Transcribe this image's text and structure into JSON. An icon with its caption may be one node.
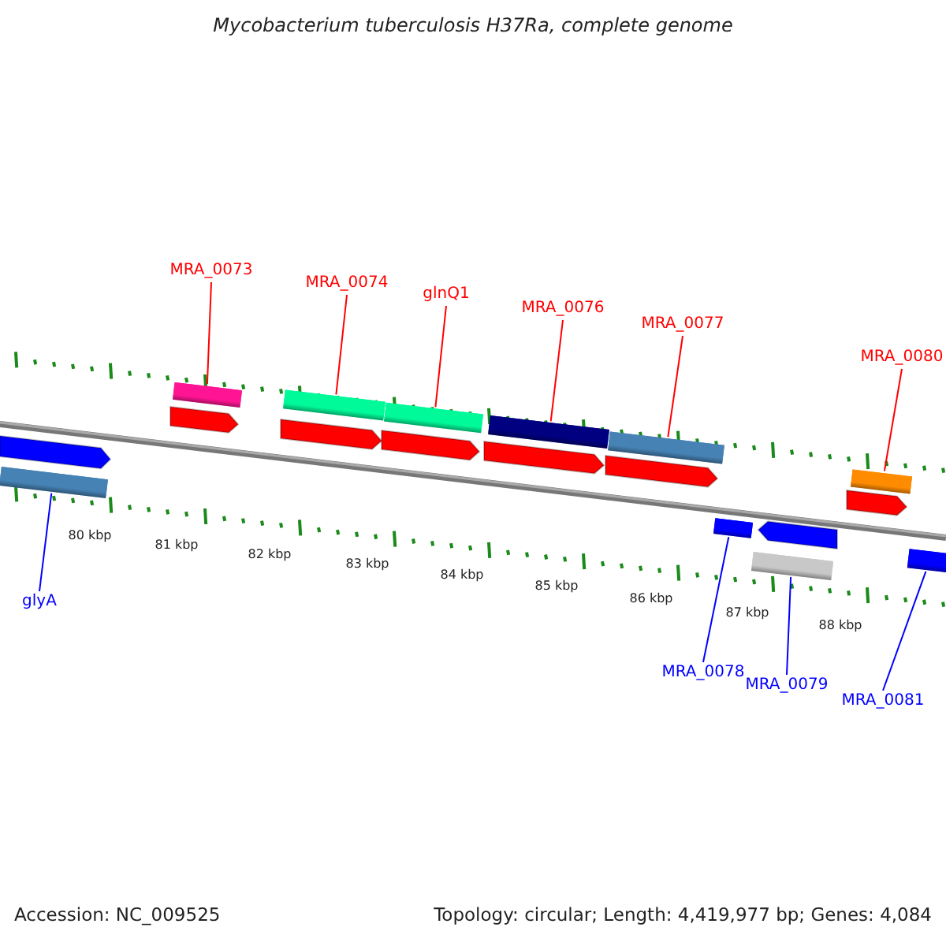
{
  "diagram": {
    "title": "Mycobacterium tuberculosis H37Ra, complete genome",
    "nodes": [
      {
        "text": [
          "MRA_0073"
        ]
      },
      {
        "text": [
          "MRA_0074"
        ]
      },
      {
        "text": [
          "glnQ1"
        ]
      },
      {
        "text": [
          "MRA_0076"
        ]
      },
      {
        "text": [
          "MRA_0077"
        ]
      },
      {
        "text": [
          "MRA_0080"
        ]
      },
      {
        "text": [
          "glyA"
        ]
      },
      {
        "text": [
          "MRA_0078"
        ]
      },
      {
        "text": [
          "MRA_0079"
        ]
      },
      {
        "text": [
          "MRA_0081"
        ]
      },
      {
        "text": [],
        "shape": "bar"
      },
      {
        "text": [],
        "shape": "bar"
      },
      {
        "text": [],
        "shape": "bar"
      },
      {
        "text": [],
        "shape": "bar"
      },
      {
        "text": [],
        "shape": "bar"
      },
      {
        "text": [],
        "shape": "bar"
      },
      {
        "text": [],
        "shape": "bar"
      },
      {
        "text": [],
        "shape": "bar"
      },
      {
        "text": [],
        "shape": "bar"
      },
      {
        "text": [],
        "shape": "bar"
      }
    ],
    "edges": [
      {
        "from": 0,
        "to": 10,
        "arrow": "none"
      },
      {
        "from": 1,
        "to": 11,
        "arrow": "none"
      },
      {
        "from": 2,
        "to": 12,
        "arrow": "none"
      },
      {
        "from": 3,
        "to": 13,
        "arrow": "none"
      },
      {
        "from": 4,
        "to": 14,
        "arrow": "none"
      },
      {
        "from": 5,
        "to": 15,
        "arrow": "none"
      },
      {
        "from": 6,
        "to": 16,
        "arrow": "none",
        "color": "#0000ff"
      },
      {
        "from": 7,
        "to": 17,
        "arrow": "none",
        "color": "#0000ff"
      },
      {
        "from": 8,
        "to": 18,
        "arrow": "none",
        "color": "#0000ff"
      },
      {
        "from": 9,
        "to": 19,
        "arrow": "none",
        "color": "#0000ff"
      }
    ],
    "labels": [
      "80 kbp",
      "81 kbp",
      "82 kbp",
      "83 kbp",
      "84 kbp",
      "85 kbp",
      "86 kbp",
      "87 kbp",
      "88 kbp",
      "Accession: NC_009525",
      "Topology: circular; Length: 4,419,977 bp; Genes: 4,084"
    ]
  }
}
